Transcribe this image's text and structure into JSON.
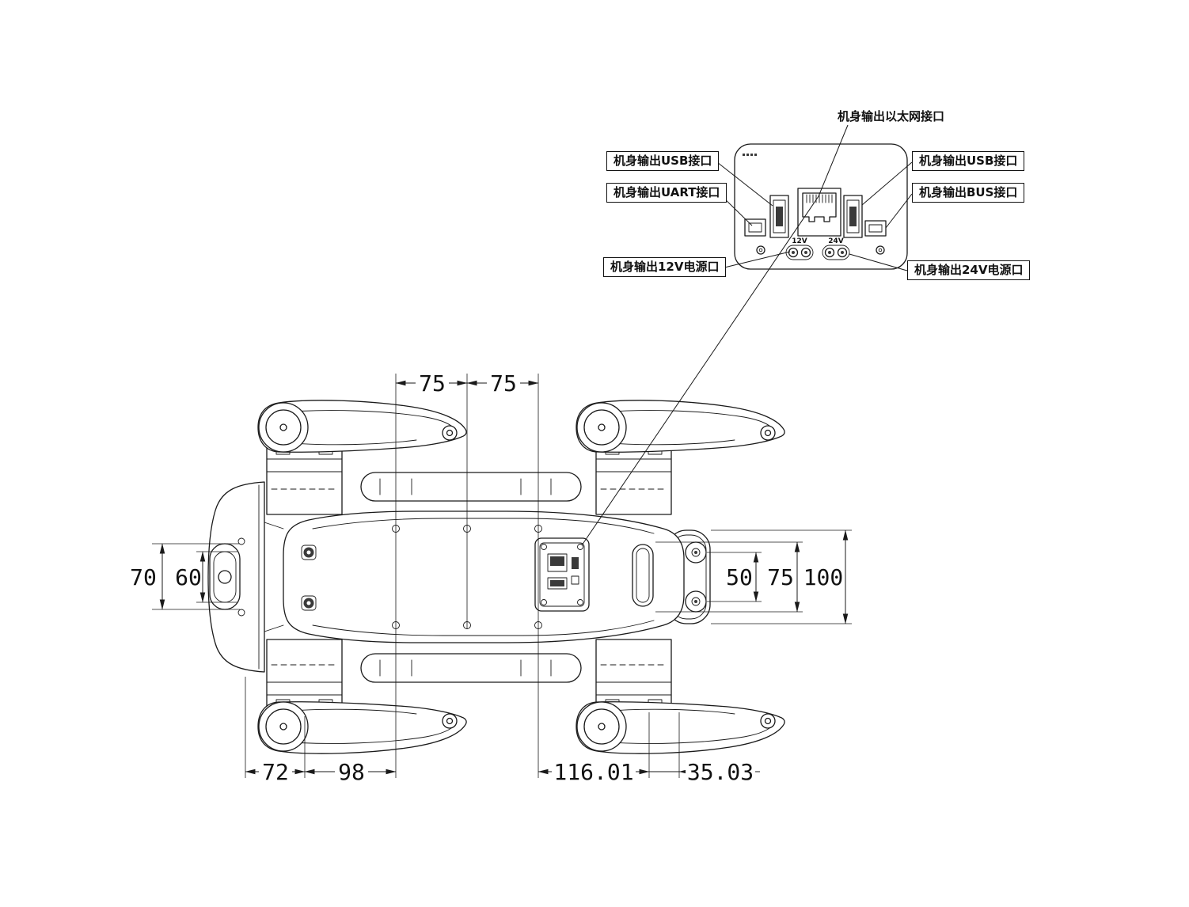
{
  "drawing": {
    "background_color": "#ffffff",
    "line_color": "#1a1a1a"
  },
  "callout": {
    "labels": {
      "ethernet": "机身输出以太网接口",
      "usb_left": "机身输出USB接口",
      "uart": "机身输出UART接口",
      "power_12v": "机身输出12V电源口",
      "usb_right": "机身输出USB接口",
      "bus": "机身输出BUS接口",
      "power_24v": "机身输出24V电源口"
    },
    "port_labels": {
      "v12": "12V",
      "v24": "24V"
    }
  },
  "dimensions": {
    "top": {
      "seg1": "75",
      "seg2": "75"
    },
    "left": {
      "outer": "70",
      "inner": "60"
    },
    "right": {
      "d1": "50",
      "d2": "75",
      "d3": "100"
    },
    "bottom": {
      "d1": "72",
      "d2": "98",
      "d3": "116.01",
      "d4": "35.03"
    }
  }
}
